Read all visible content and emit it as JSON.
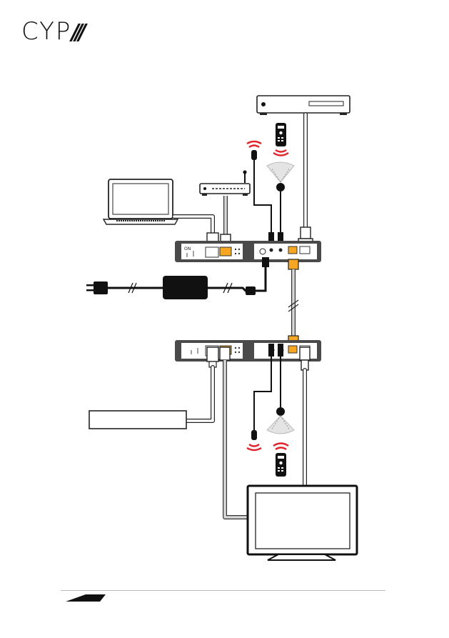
{
  "brand": {
    "logo_text": "CYP",
    "logo_slashes": "///"
  },
  "colors": {
    "device_body": "#4a4a4a",
    "cable": "#ffffff",
    "cable_outline": "#333333",
    "cat_cable": "#cccccc",
    "ir_red": "#e0242b",
    "rj45_orange": "#f5a623"
  },
  "devices": {
    "source_player": "media-player-icon",
    "laptop": "laptop-icon",
    "router": "router-icon",
    "power_adapter": "power-adapter-icon",
    "transmitter": "hdbaset-transmitter",
    "receiver": "hdbaset-receiver",
    "serial_device": "rs232-device-box",
    "display": "tv-display-icon",
    "ir_remote_top": "ir-remote-icon",
    "ir_remote_bottom": "ir-remote-icon",
    "ir_blaster_top": "ir-blaster-icon",
    "ir_blaster_bottom": "ir-blaster-icon",
    "ir_receiver_top": "ir-receiver-icon",
    "ir_receiver_bottom": "ir-receiver-icon"
  }
}
